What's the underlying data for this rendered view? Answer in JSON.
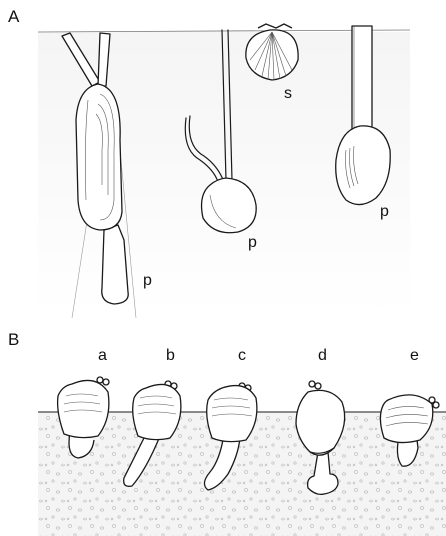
{
  "panels": {
    "a": {
      "label": "A"
    },
    "b": {
      "label": "B"
    }
  },
  "panel_a_labels": {
    "siphon_left": "p",
    "scallop": "s",
    "siphon_middle": "p",
    "siphon_right": "p"
  },
  "panel_b_stages": [
    "a",
    "b",
    "c",
    "d",
    "e"
  ],
  "colors": {
    "ink": "#1a1a1a",
    "sediment": "#f2f2f2",
    "background": "#ffffff"
  }
}
